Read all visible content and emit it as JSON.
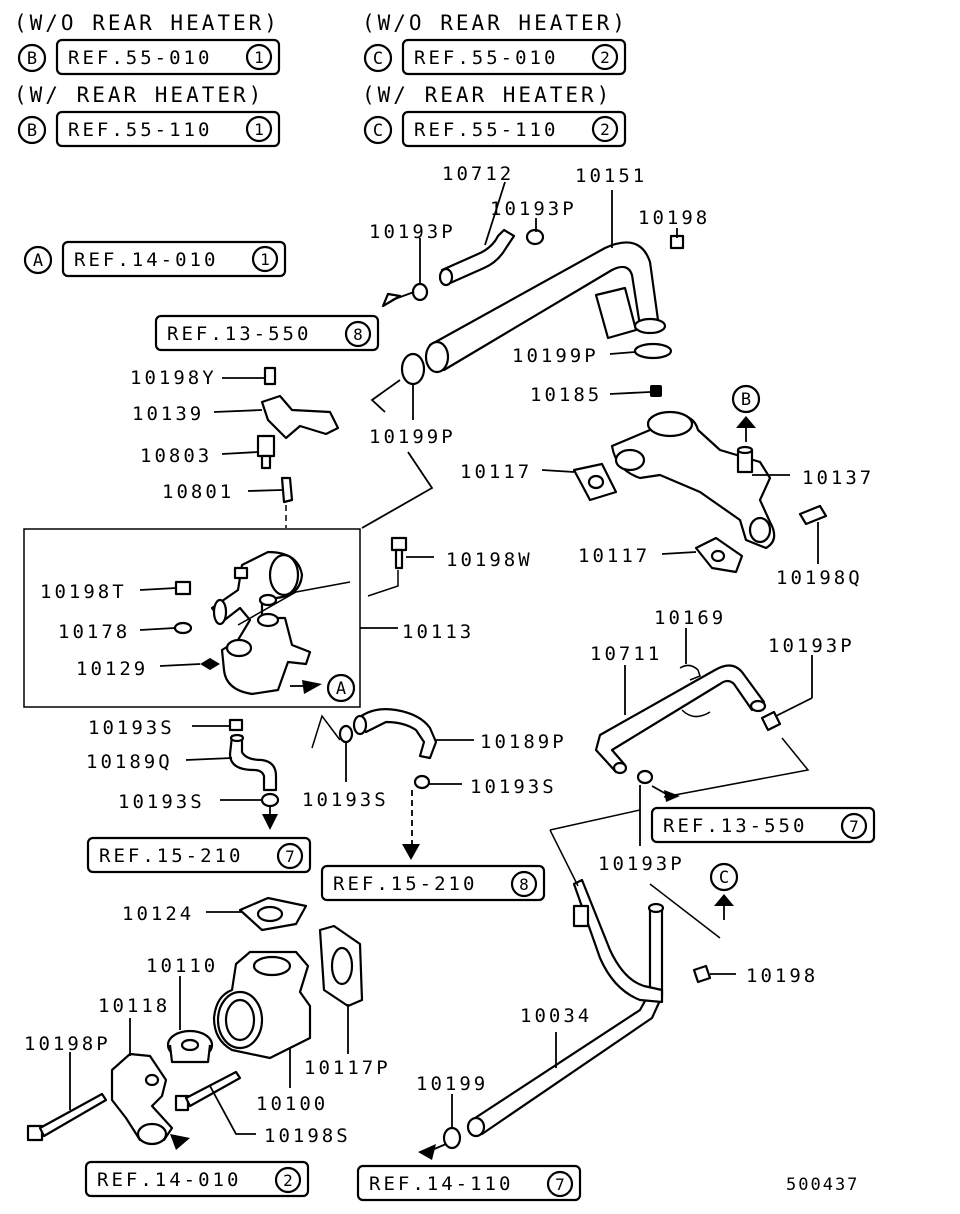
{
  "headers": {
    "wo_heater_left": "(W/O REAR HEATER)",
    "wo_heater_right": "(W/O REAR HEATER)",
    "w_heater_left": "(W/ REAR HEATER)",
    "w_heater_right": "(W/ REAR HEATER)"
  },
  "circle_letters": {
    "a": "A",
    "b": "B",
    "c": "C"
  },
  "refs": {
    "b_wo": {
      "text": "REF.55-010",
      "num": "1"
    },
    "c_wo": {
      "text": "REF.55-010",
      "num": "2"
    },
    "b_w": {
      "text": "REF.55-110",
      "num": "1"
    },
    "c_w": {
      "text": "REF.55-110",
      "num": "2"
    },
    "a_ref": {
      "text": "REF.14-010",
      "num": "1"
    },
    "r13_550_8": {
      "text": "REF.13-550",
      "num": "8"
    },
    "r13_550_7": {
      "text": "REF.13-550",
      "num": "7"
    },
    "r15_210_7": {
      "text": "REF.15-210",
      "num": "7"
    },
    "r15_210_8": {
      "text": "REF.15-210",
      "num": "8"
    },
    "r14_010_2": {
      "text": "REF.14-010",
      "num": "2"
    },
    "r14_110_7": {
      "text": "REF.14-110",
      "num": "7"
    }
  },
  "parts": {
    "p10712": "10712",
    "p10151": "10151",
    "p10193P_a": "10193P",
    "p10193P_b": "10193P",
    "p10198_a": "10198",
    "p10199P_a": "10199P",
    "p10199P_b": "10199P",
    "p10198Y": "10198Y",
    "p10139": "10139",
    "p10803": "10803",
    "p10801": "10801",
    "p10185": "10185",
    "p10117_a": "10117",
    "p10137": "10137",
    "p10198W": "10198W",
    "p10117_b": "10117",
    "p10198Q": "10198Q",
    "p10198T": "10198T",
    "p10178": "10178",
    "p10113": "10113",
    "p10129": "10129",
    "p10169": "10169",
    "p10711": "10711",
    "p10193P_c": "10193P",
    "p10193S_a": "10193S",
    "p10189P": "10189P",
    "p10189Q": "10189Q",
    "p10193S_b": "10193S",
    "p10193S_c": "10193S",
    "p10193S_d": "10193S",
    "p10193P_d": "10193P",
    "p10124": "10124",
    "p10110": "10110",
    "p10118": "10118",
    "p10198P": "10198P",
    "p10117P": "10117P",
    "p10100": "10100",
    "p10198S": "10198S",
    "p10034": "10034",
    "p10198_b": "10198",
    "p10199": "10199"
  },
  "diagram_code": "500437"
}
